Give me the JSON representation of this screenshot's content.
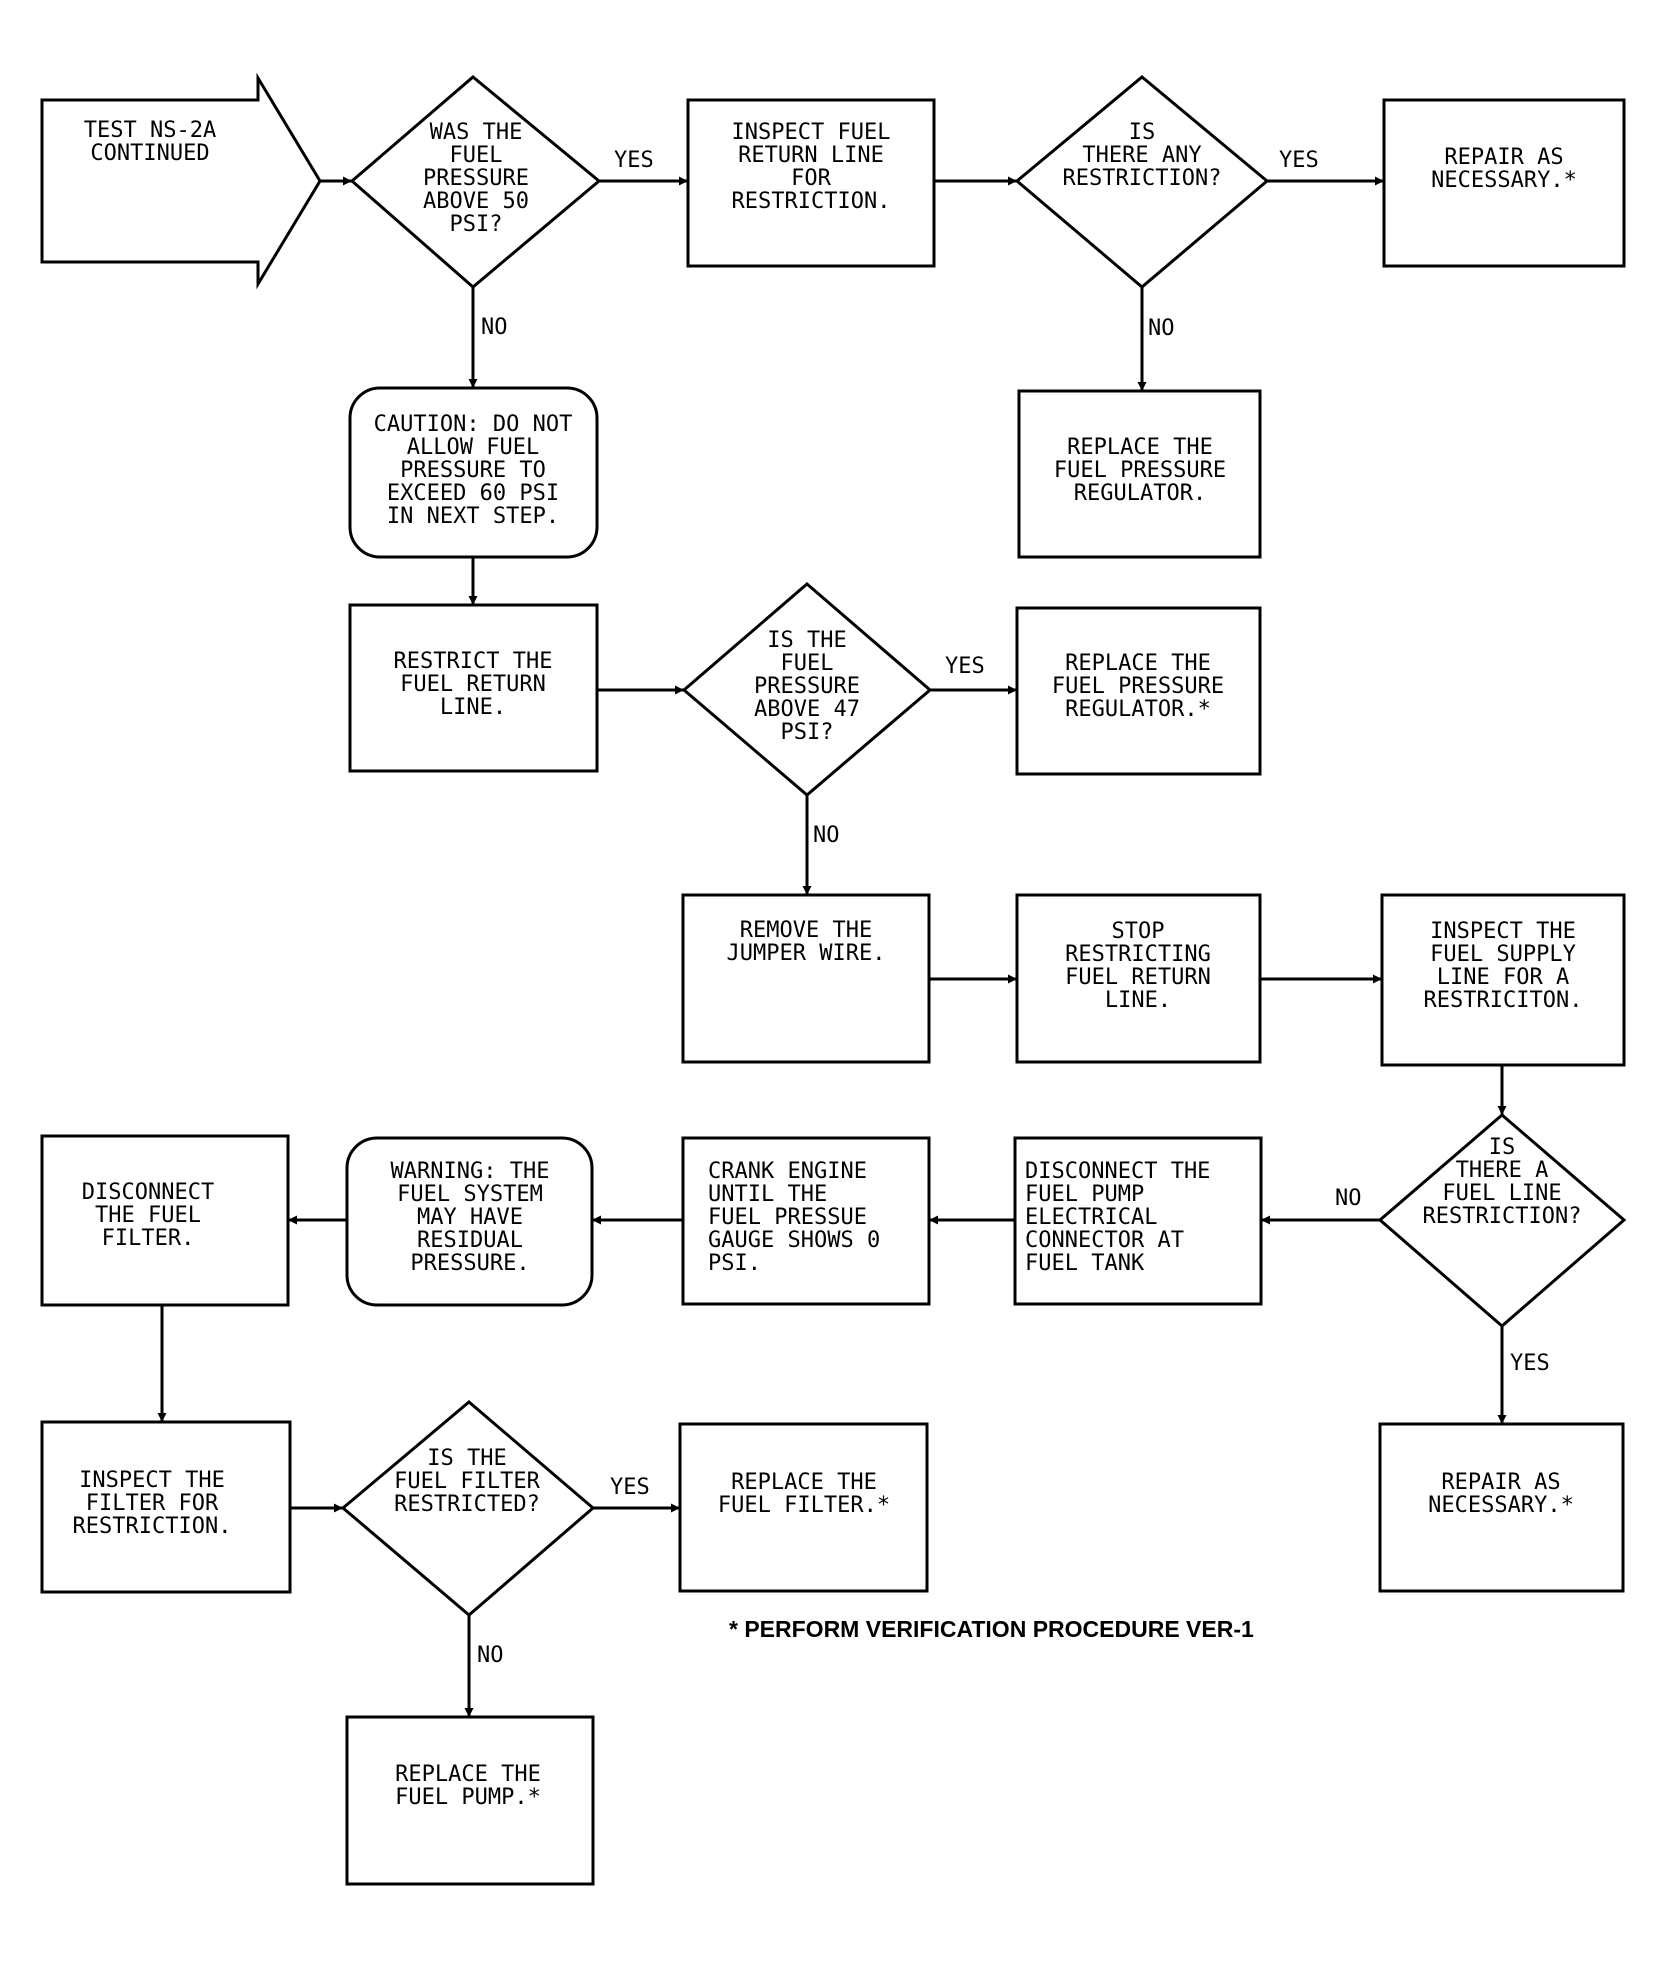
{
  "nodes": {
    "start": [
      "TEST NS-2A",
      "CONTINUED"
    ],
    "q_above50": [
      "WAS THE",
      "FUEL",
      "PRESSURE",
      "ABOVE 50",
      "PSI?"
    ],
    "inspect_return": [
      "INSPECT FUEL",
      "RETURN LINE",
      "FOR",
      "RESTRICTION."
    ],
    "q_restriction": [
      "IS",
      "THERE ANY",
      "RESTRICTION?"
    ],
    "repair1": [
      "REPAIR AS",
      "NECESSARY.*"
    ],
    "replace_reg1": [
      "REPLACE THE",
      "FUEL PRESSURE",
      "REGULATOR."
    ],
    "caution": [
      "CAUTION: DO NOT",
      "ALLOW FUEL",
      "PRESSURE TO",
      "EXCEED 60 PSI",
      "IN NEXT STEP."
    ],
    "restrict": [
      "RESTRICT THE",
      "FUEL RETURN",
      "LINE."
    ],
    "q_above47": [
      "IS THE",
      "FUEL",
      "PRESSURE",
      "ABOVE 47",
      "PSI?"
    ],
    "replace_reg2": [
      "REPLACE THE",
      "FUEL PRESSURE",
      "REGULATOR.*"
    ],
    "remove_jumper": [
      "REMOVE THE",
      "JUMPER WIRE."
    ],
    "stop_restrict": [
      "STOP",
      "RESTRICTING",
      "FUEL RETURN",
      "LINE."
    ],
    "inspect_supply": [
      "INSPECT THE",
      "FUEL SUPPLY",
      "LINE FOR A",
      "RESTRICITON."
    ],
    "q_fuelline": [
      "IS",
      "THERE A",
      "FUEL LINE",
      "RESTRICTION?"
    ],
    "repair2": [
      "REPAIR AS",
      "NECESSARY.*"
    ],
    "disconnect_pump": [
      "DISCONNECT THE",
      "FUEL PUMP",
      "ELECTRICAL",
      "CONNECTOR AT",
      "FUEL TANK"
    ],
    "crank": [
      "CRANK ENGINE",
      "UNTIL THE",
      "FUEL PRESSUE",
      "GAUGE SHOWS 0",
      "PSI."
    ],
    "warning": [
      "WARNING: THE",
      "FUEL SYSTEM",
      "MAY HAVE",
      "RESIDUAL",
      "PRESSURE."
    ],
    "disconnect_filter": [
      "DISCONNECT",
      "THE FUEL",
      "FILTER."
    ],
    "inspect_filter": [
      "INSPECT THE",
      "FILTER FOR",
      "RESTRICTION."
    ],
    "q_filter": [
      "IS THE",
      "FUEL FILTER",
      "RESTRICTED?"
    ],
    "replace_filter": [
      "REPLACE THE",
      "FUEL FILTER.*"
    ],
    "replace_pump": [
      "REPLACE THE",
      "FUEL PUMP.*"
    ]
  },
  "edge_labels": {
    "yes": "YES",
    "no": "NO"
  },
  "footnote": "* PERFORM VERIFICATION PROCEDURE VER-1"
}
